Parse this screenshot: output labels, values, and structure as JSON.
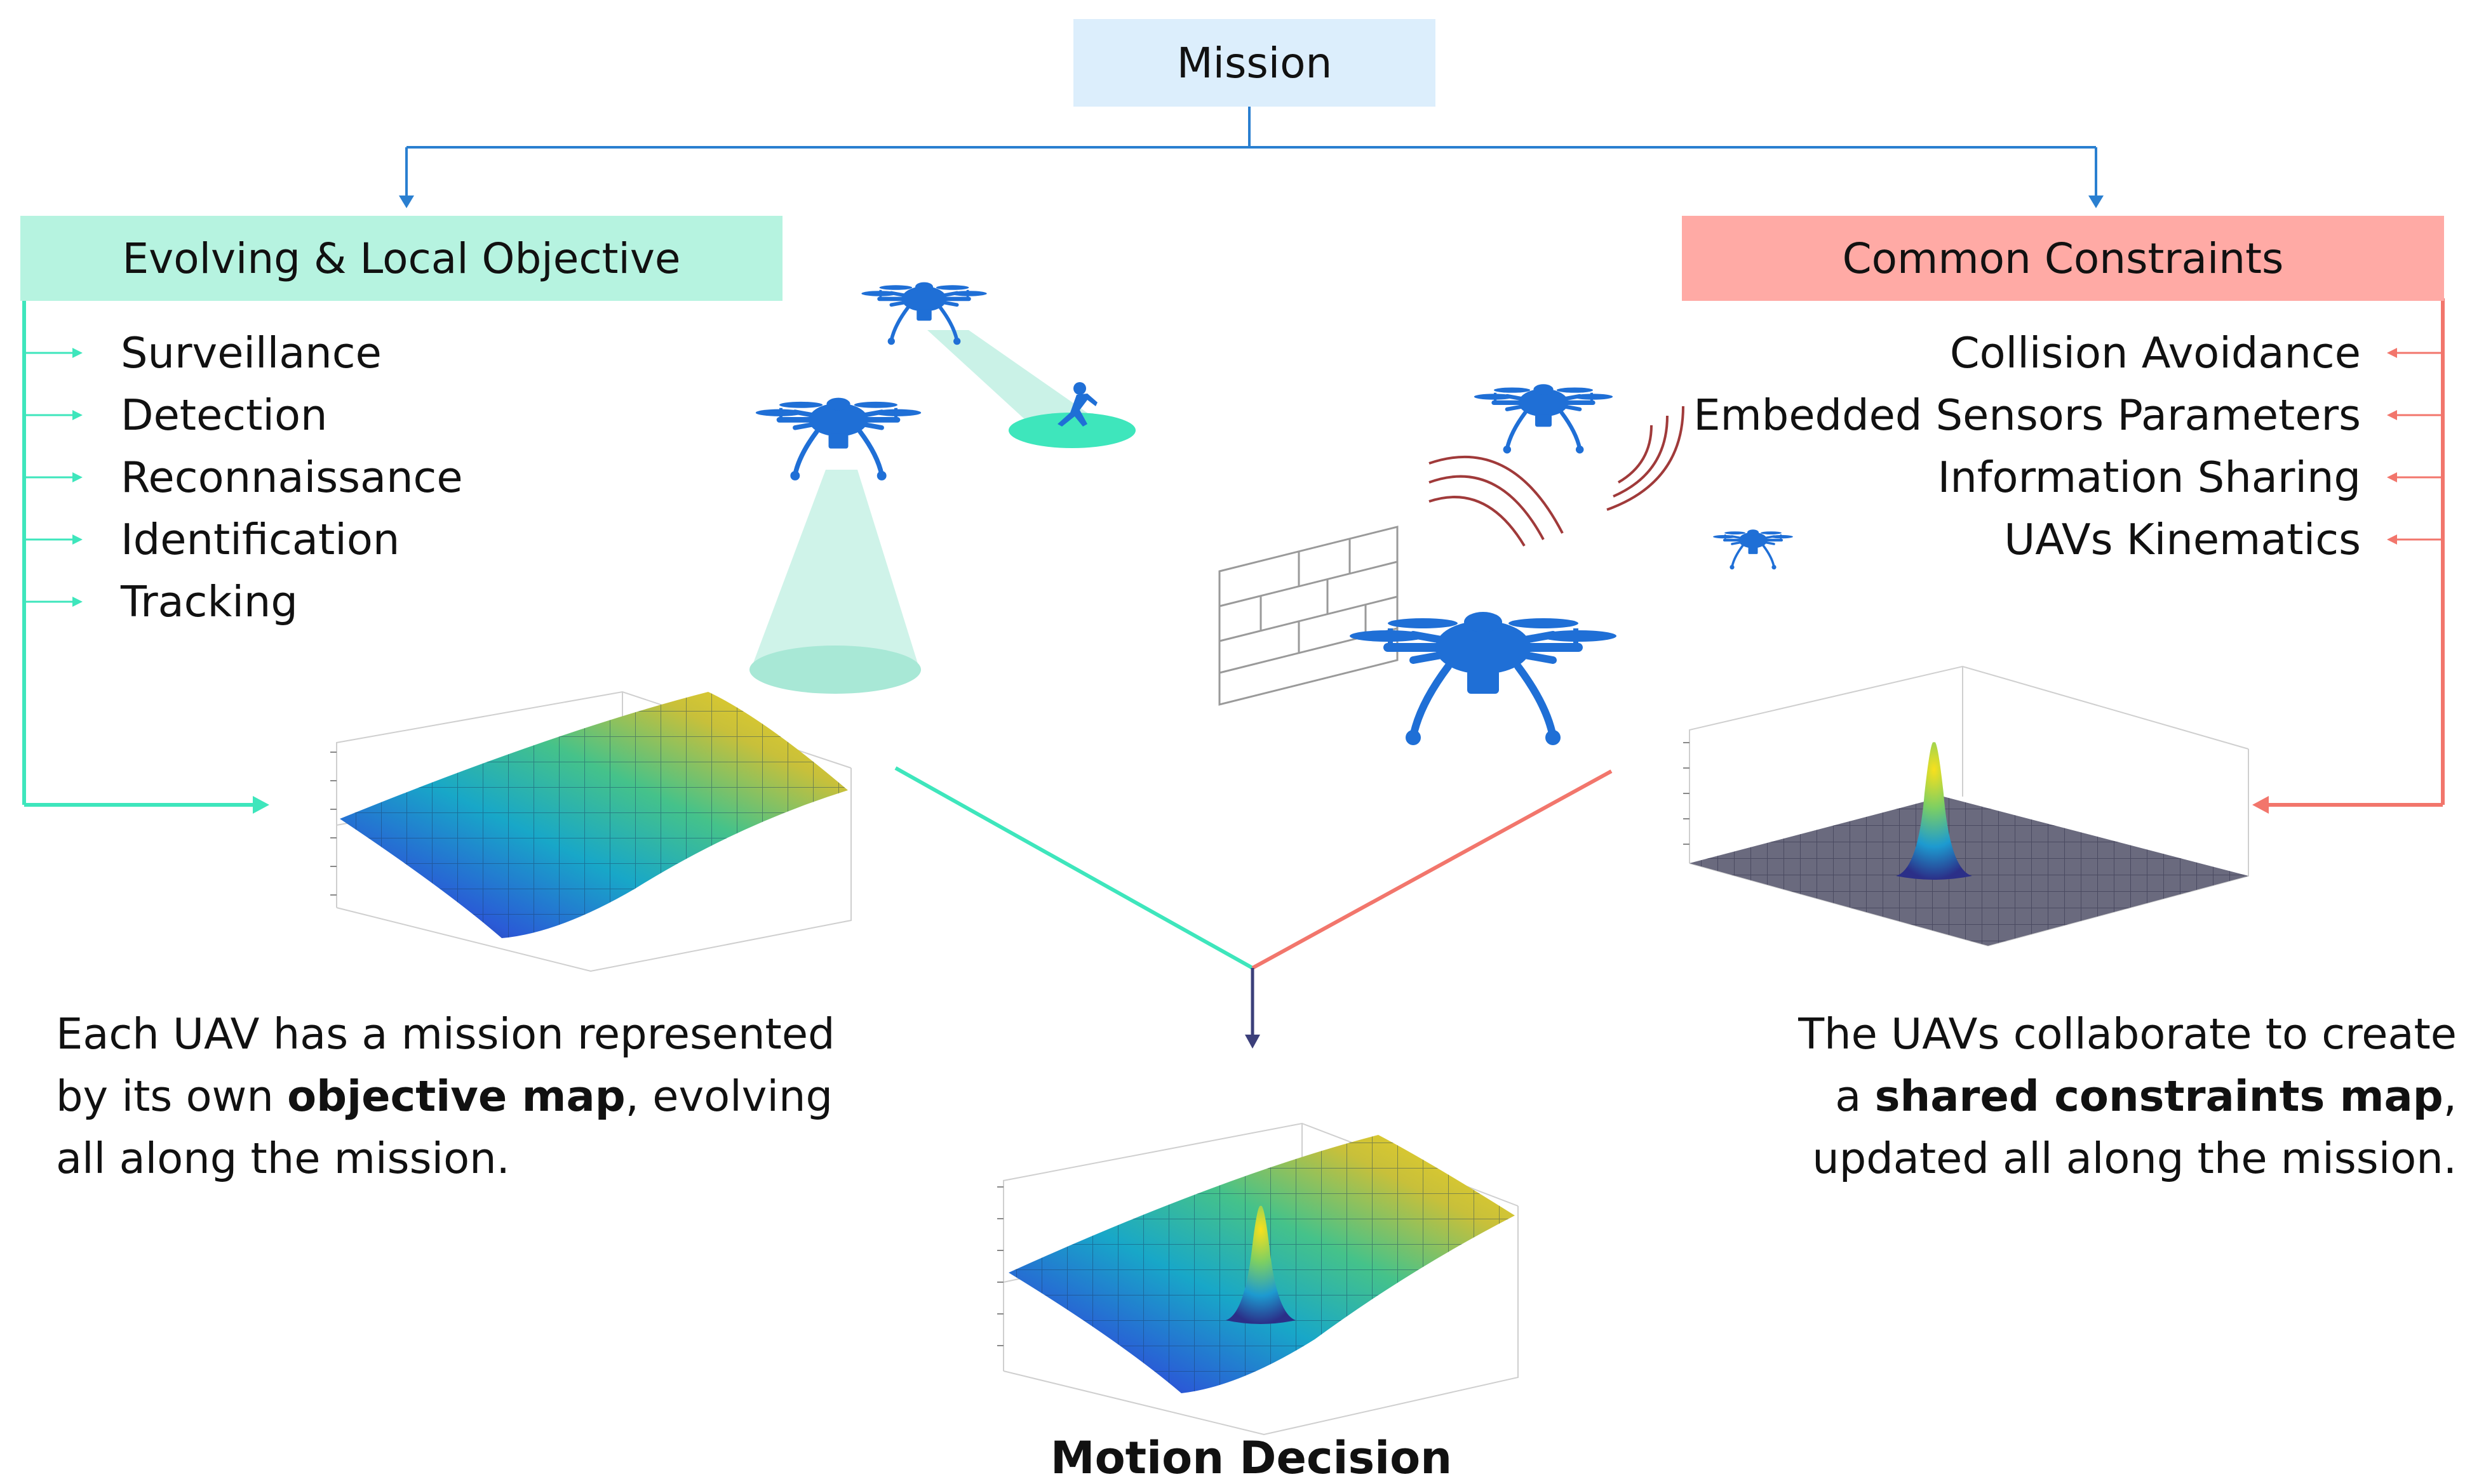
{
  "mission": {
    "label": "Mission"
  },
  "left": {
    "header": "Evolving & Local Objective",
    "items": [
      "Surveillance",
      "Detection",
      "Reconnaissance",
      "Identification",
      "Tracking"
    ],
    "caption": {
      "pre": "Each UAV has a mission represented by its own ",
      "bold": "objective map",
      "post": ", evolving all along the mission."
    }
  },
  "right": {
    "header": "Common Constraints",
    "items": [
      "Collision Avoidance",
      "Embedded Sensors Parameters",
      "Information Sharing",
      "UAVs Kinematics"
    ],
    "caption": {
      "pre": "The UAVs collaborate to create a ",
      "bold": "shared constraints map",
      "post": ", updated all along the mission."
    }
  },
  "result": {
    "label": "Motion Decision"
  },
  "colors": {
    "mission_fill": "#dceefc",
    "left_fill": "#b6f3e0",
    "right_fill": "#ffaaa5",
    "connector_blue": "#2a7fd0",
    "teal": "#3ee6bc",
    "salmon": "#f2766c",
    "decision_arrow": "#3b3f7a",
    "drone": "#1f6fd6",
    "wave": "#a03a3a"
  }
}
